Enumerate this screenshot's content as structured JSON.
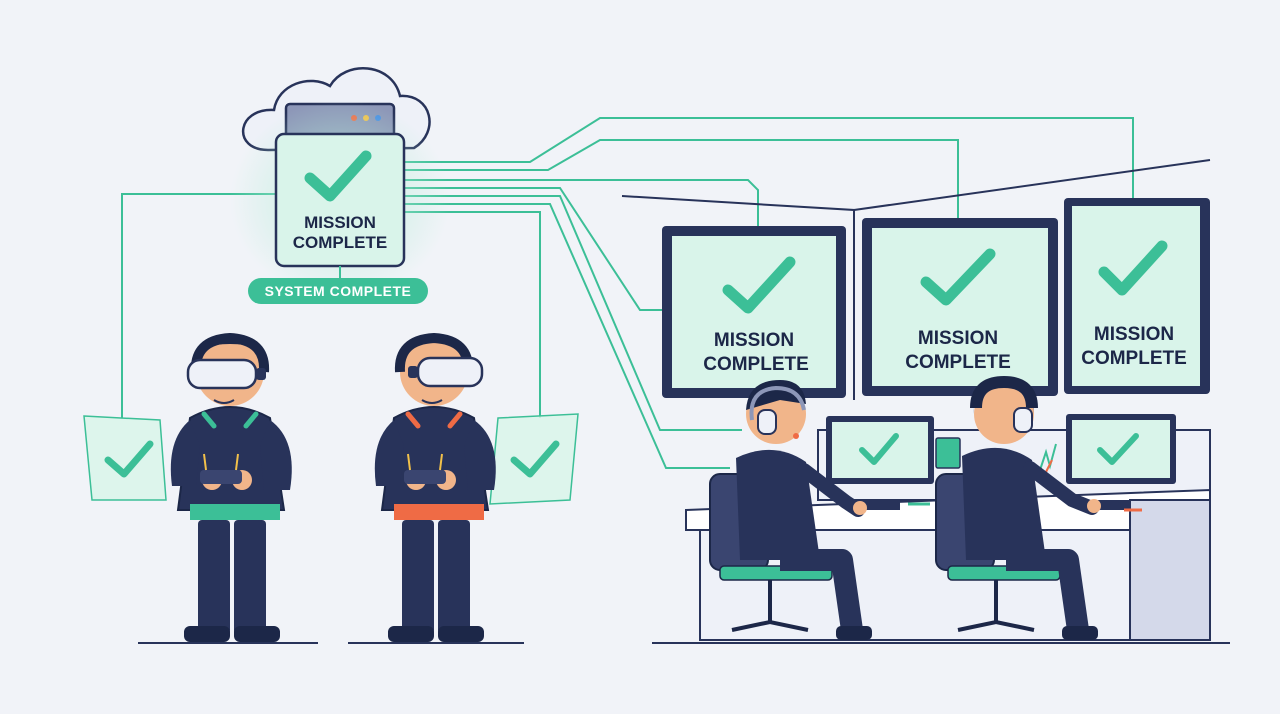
{
  "server": {
    "line1": "MISSION",
    "line2": "COMPLETE",
    "badge": "SYSTEM COMPLETE"
  },
  "monitors": [
    {
      "line1": "MISSION",
      "line2": "COMPLETE"
    },
    {
      "line1": "MISSION",
      "line2": "COMPLETE"
    },
    {
      "line1": "MISSION",
      "line2": "COMPLETE"
    }
  ],
  "colors": {
    "accent": "#3cbf97",
    "navy": "#28335a",
    "screen": "#d9f4ea",
    "orange": "#ef6b45",
    "background": "#f1f3f8"
  }
}
